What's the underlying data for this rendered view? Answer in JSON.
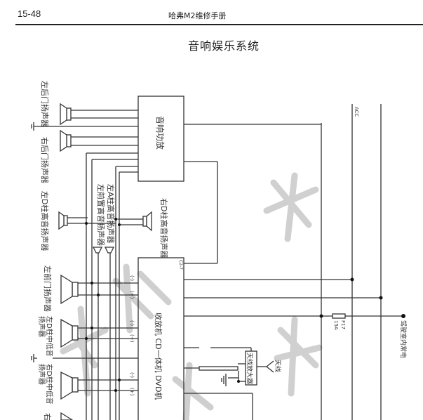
{
  "header": {
    "page_number": "15-48",
    "manual_title": "哈弗M2维修手册"
  },
  "page_title": "音响娱乐系统",
  "diagram": {
    "amplifier": "音响功放",
    "head_unit": "收放机 CD一体机 DVD机",
    "head_unit_connector": "C2-7",
    "antenna_amplifier": "天线放大器",
    "antenna": "天线",
    "fuse": {
      "name": "F17",
      "rating": "15A"
    },
    "power_source": "驾驶室内常电",
    "acc_line": "ACC",
    "speakers": {
      "left_rear_door": "左后门扬声器",
      "right_rear_door": "右后门扬声器",
      "left_d_pillar_tweeter": "左D柱高音扬声器",
      "left_a_pillar_tweeter": "左A柱高音扬声器",
      "left_front_tweeter": "左前置高音扬声器",
      "right_d_pillar_tweeter": "右D柱高音扬声器",
      "left_front_door": "左前门扬声器",
      "left_d_pillar_mid": "左D柱中低音扬声器",
      "right_d_pillar_mid": "右D柱中低音扬声器",
      "partial_bottom": "右"
    },
    "polarity": {
      "minus": "(-)",
      "plus": "(+)"
    },
    "watermark": "长城汽车专用"
  }
}
